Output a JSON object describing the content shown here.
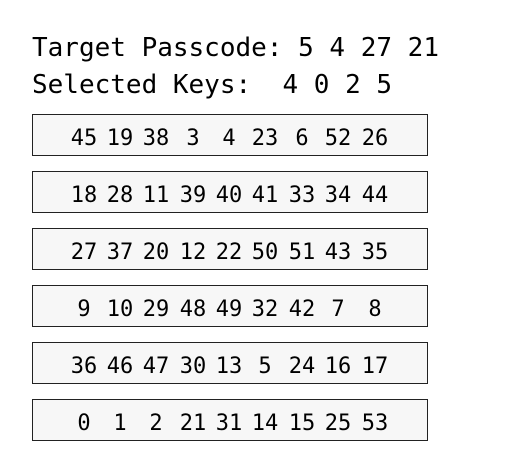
{
  "target": {
    "label": "Target Passcode:",
    "values": "5 4 27 21"
  },
  "selected": {
    "label": "Selected Keys:",
    "values": "4 0 2 5"
  },
  "rows": [
    [
      "45",
      "19",
      "38",
      "3",
      "4",
      "23",
      "6",
      "52",
      "26"
    ],
    [
      "18",
      "28",
      "11",
      "39",
      "40",
      "41",
      "33",
      "34",
      "44"
    ],
    [
      "27",
      "37",
      "20",
      "12",
      "22",
      "50",
      "51",
      "43",
      "35"
    ],
    [
      "9",
      "10",
      "29",
      "48",
      "49",
      "32",
      "42",
      "7",
      "8"
    ],
    [
      "36",
      "46",
      "47",
      "30",
      "13",
      "5",
      "24",
      "16",
      "17"
    ],
    [
      "0",
      "1",
      "2",
      "21",
      "31",
      "14",
      "15",
      "25",
      "53"
    ]
  ]
}
